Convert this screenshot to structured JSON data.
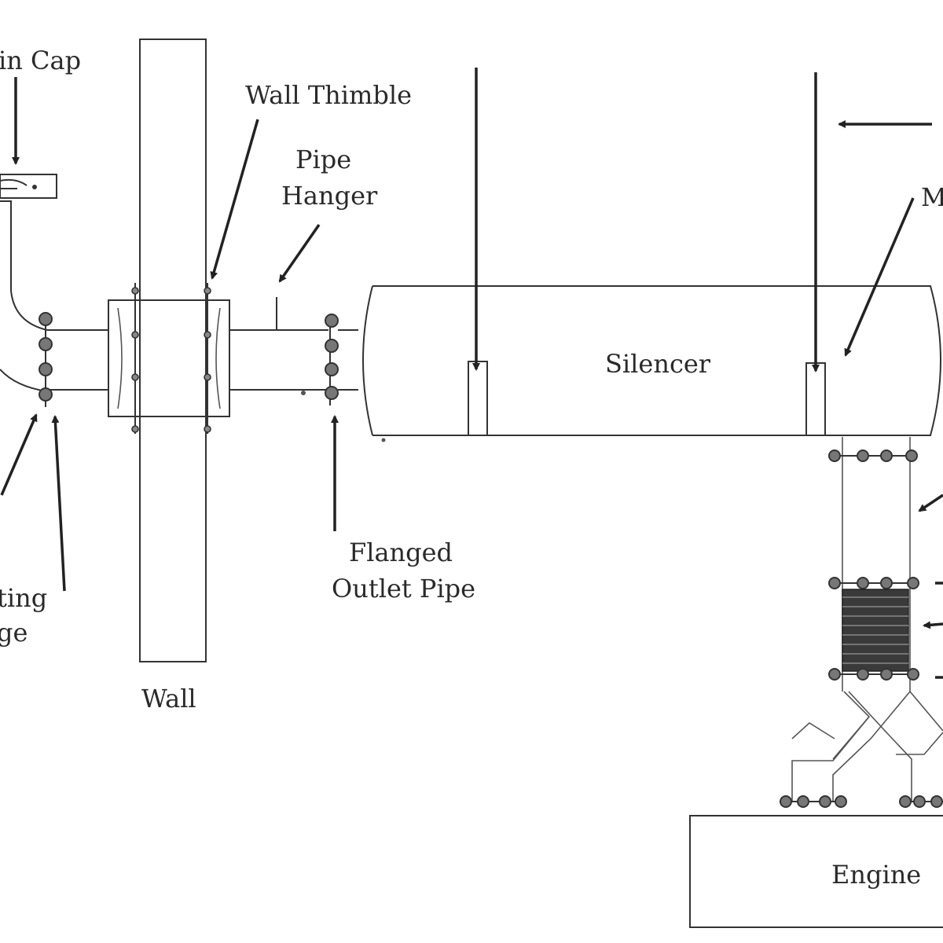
{
  "labels": {
    "rain_cap": "in Cap",
    "wall_thimble": "Wall Thimble",
    "pipe_hanger_line1": "Pipe",
    "pipe_hanger_line2": "Hanger",
    "silencer": "Silencer",
    "flanged_outlet_line1": "Flanged",
    "flanged_outlet_line2": "Outlet Pipe",
    "mounting_flange_line1": "ting",
    "mounting_flange_line2": "ge",
    "wall": "Wall",
    "engine": "Engine",
    "right_cut_label": "M"
  },
  "colors": {
    "line": "#333333",
    "bolt": "#777777",
    "bellows": "#3a3a3a",
    "background": "#ffffff"
  }
}
